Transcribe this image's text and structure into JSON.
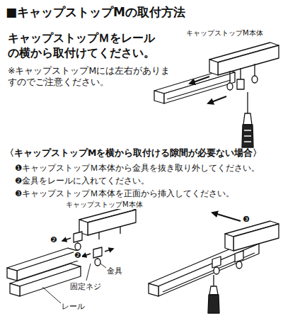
{
  "diagram": {
    "title": "■キャップストップMの取付方法",
    "labels": [
      "キャップストップＭをレールの横から取付けてください。",
      "※キャップストップMには左右がありますのでご注意ください。",
      "キャップストップM本体",
      "〈キャップストップMを横から取付ける隙間が必要ない場合〉",
      "❶キャップストップＭ本体から金具を抜き取り外してください。",
      "❷金具をレールに入れてください。",
      "❸キャップストップＭ本体を正面から挿入してください。",
      "キャップストップM本体",
      "金具",
      "固定ネジ",
      "レール",
      "❷",
      "❷",
      "❸"
    ]
  }
}
